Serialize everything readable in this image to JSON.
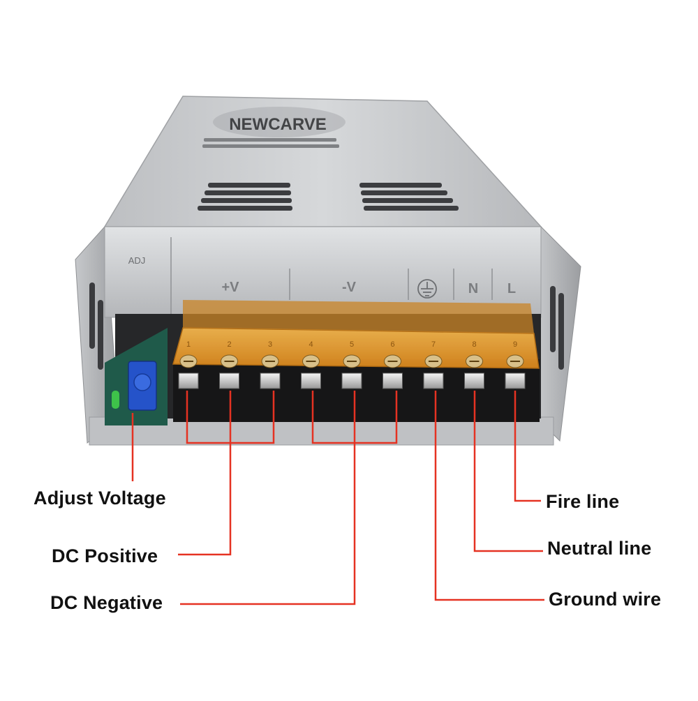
{
  "brand": "NEWCARVE",
  "terminal_labels": {
    "adj": "ADJ",
    "pos": "+V",
    "neg": "-V",
    "n": "N",
    "l": "L",
    "numbers": [
      "1",
      "2",
      "3",
      "4",
      "5",
      "6",
      "7",
      "8",
      "9"
    ]
  },
  "callouts": {
    "adjust_voltage": "Adjust Voltage",
    "dc_positive": "DC Positive",
    "dc_negative": "DC Negative",
    "fire_line": "Fire line",
    "neutral_line": "Neutral line",
    "ground_wire": "Ground wire"
  },
  "colors": {
    "leader_line": "#e53222",
    "casing": "#c9cbcd",
    "terminal_cover": "#e79a2e",
    "trim_pot": "#2553c9",
    "led": "#3ec24a"
  }
}
